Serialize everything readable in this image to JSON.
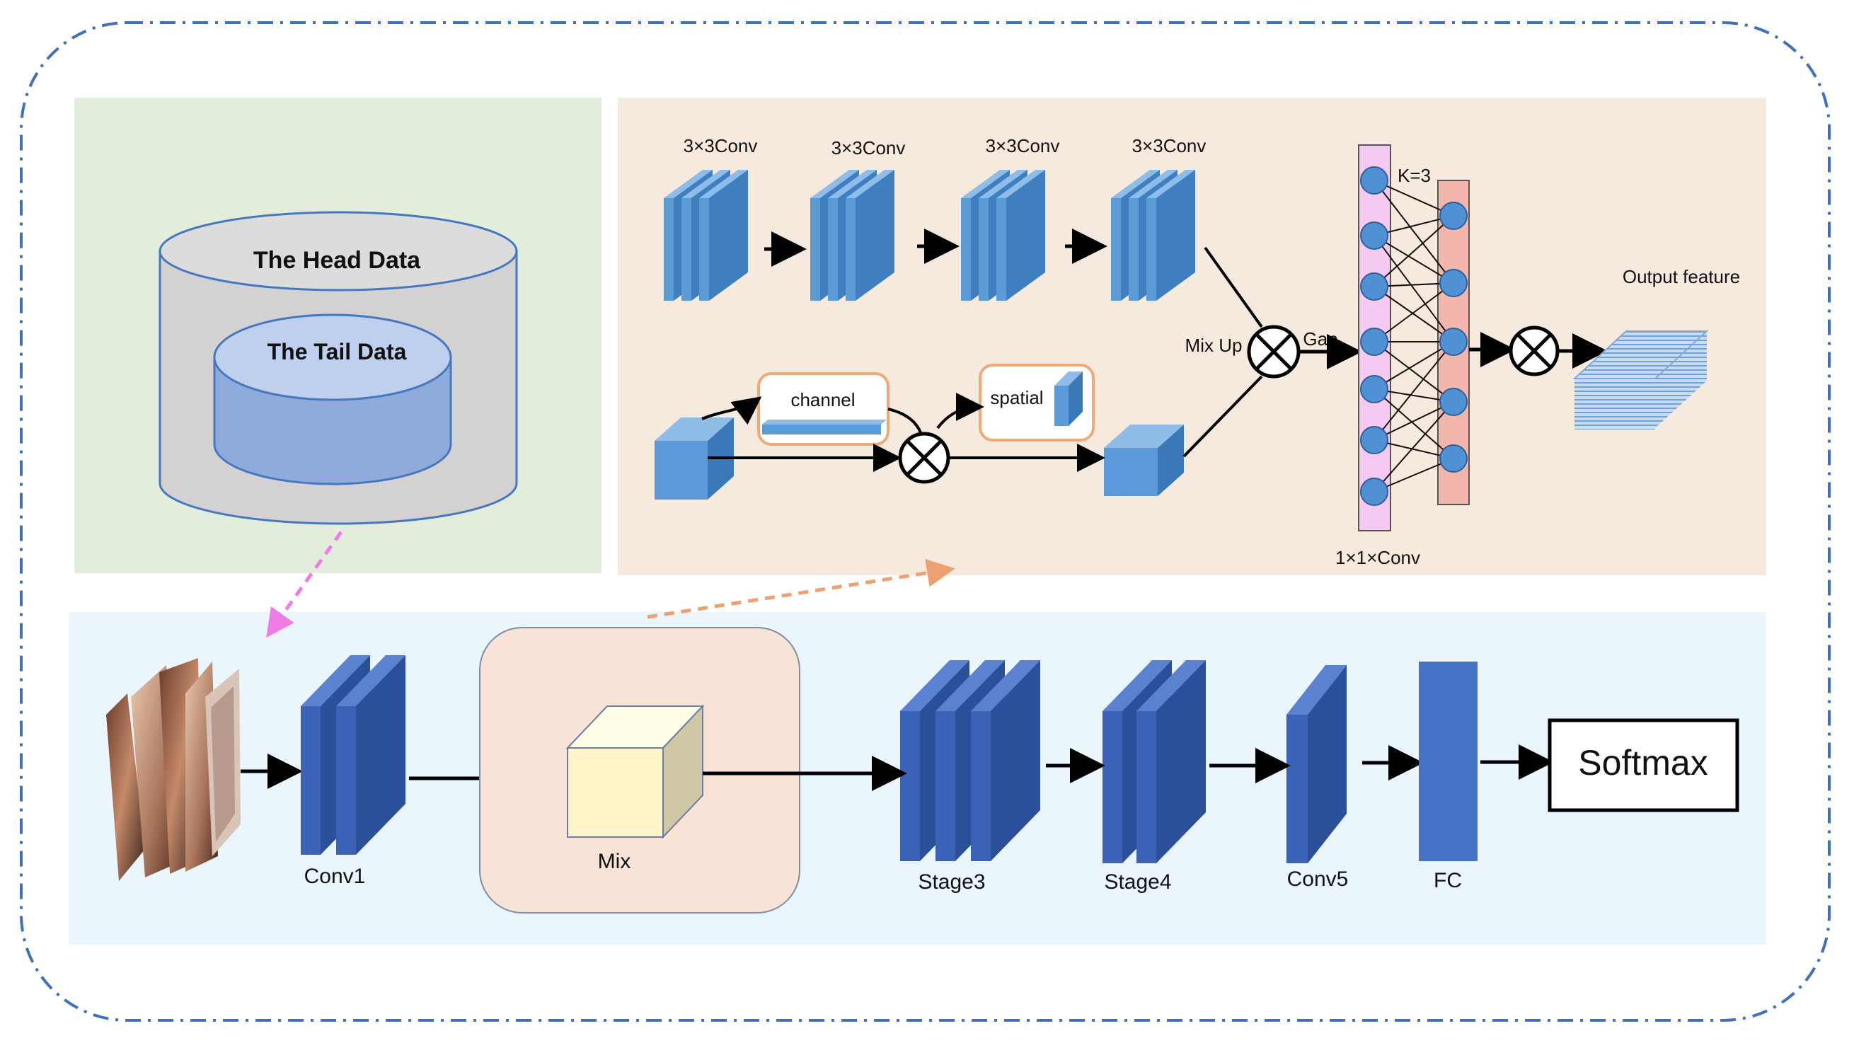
{
  "colors": {
    "border": "#3f6fbf",
    "green_panel": "#e2eedb",
    "beige_panel": "#f6eadf",
    "blue_panel": "#eaf6fc",
    "conv_blue": "#4e8dcb",
    "stage_blue": "#3b62b6",
    "mix_box": "#f8e3d6",
    "pink_col": "#f6c9f2",
    "salmon_col": "#f2b6ad",
    "node": "#4f91d3",
    "pink_arrow": "#ee7be6",
    "orange_arrow": "#eea070"
  },
  "icons": {
    "multiply": "circled-times-icon",
    "faces": "face-images-icon",
    "database": "cylinder-database-icon"
  },
  "dataset": {
    "head_label": "The Head Data",
    "tail_label": "The Tail Data"
  },
  "mix_module": {
    "conv_labels": [
      "3×3Conv",
      "3×3Conv",
      "3×3Conv",
      "3×3Conv"
    ],
    "channel_label": "channel",
    "spatial_label": "spatial",
    "mixup_label": "Mix Up",
    "gap_label": "Gap",
    "k_label": "K=3",
    "conv1x1_label": "1×1×Conv",
    "output_label": "Output feature"
  },
  "pipeline": {
    "conv1": "Conv1",
    "mix": "Mix",
    "stage3": "Stage3",
    "stage4": "Stage4",
    "conv5": "Conv5",
    "fc": "FC",
    "softmax": "Softmax"
  }
}
